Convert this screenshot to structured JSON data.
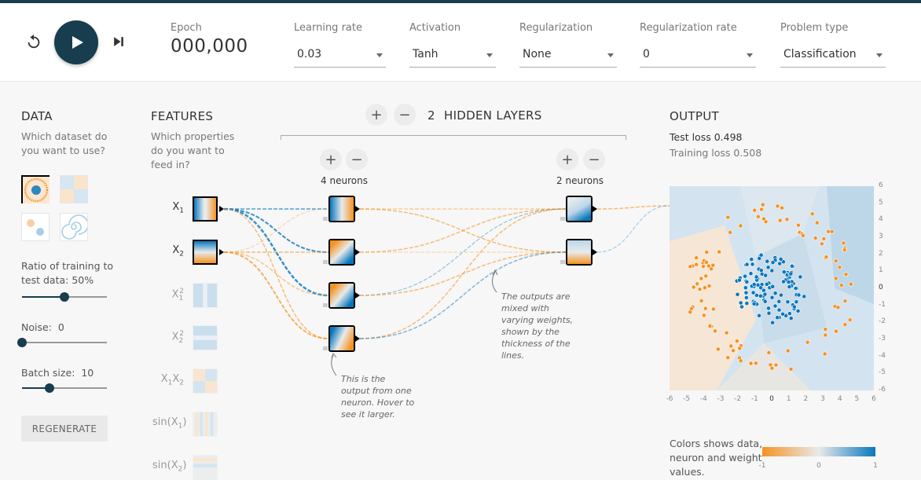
{
  "header": {
    "epoch_label": "Epoch",
    "epoch_value": "000,000",
    "learning_rate": {
      "label": "Learning rate",
      "value": "0.03"
    },
    "activation": {
      "label": "Activation",
      "value": "Tanh"
    },
    "regularization": {
      "label": "Regularization",
      "value": "None"
    },
    "regularization_rate": {
      "label": "Regularization rate",
      "value": "0"
    },
    "problem_type": {
      "label": "Problem type",
      "value": "Classification"
    }
  },
  "data": {
    "title": "DATA",
    "subtitle": "Which dataset do you want to use?",
    "ratio_label": "Ratio of training to test data:",
    "ratio_value": "50%",
    "ratio_fraction": 0.5,
    "noise_label": "Noise:",
    "noise_value": "0",
    "noise_fraction": 0.0,
    "batch_label": "Batch size:",
    "batch_value": "10",
    "batch_fraction": 0.32,
    "regenerate_label": "REGENERATE"
  },
  "features": {
    "title": "FEATURES",
    "subtitle": "Which properties do you want to feed in?",
    "items": [
      {
        "main": "X",
        "sub": "1",
        "sup": "",
        "active": true
      },
      {
        "main": "X",
        "sub": "2",
        "sup": "",
        "active": true
      },
      {
        "main": "X",
        "sub": "1",
        "sup": "2",
        "active": false
      },
      {
        "main": "X",
        "sub": "2",
        "sup": "2",
        "active": false
      },
      {
        "main": "X",
        "sub": "1",
        "sup": "",
        "main2": "X",
        "sub2": "2",
        "active": false
      },
      {
        "main": "sin(X",
        "sub": "1",
        "tail": ")",
        "active": false
      },
      {
        "main": "sin(X",
        "sub": "2",
        "tail": ")",
        "active": false
      }
    ]
  },
  "network": {
    "hidden_layers_count": "2",
    "hidden_layers_label": "HIDDEN LAYERS",
    "layers": [
      {
        "neurons_label": "4 neurons"
      },
      {
        "neurons_label": "2 neurons"
      }
    ],
    "annotation_neuron": "This is the output from one neuron. Hover to see it larger.",
    "annotation_weights": "The outputs are mixed with varying weights, shown by the thickness of the lines."
  },
  "output": {
    "title": "OUTPUT",
    "test_loss": "Test loss 0.498",
    "train_loss": "Training loss 0.508",
    "axis_ticks_x": [
      "-6",
      "-5",
      "-4",
      "-3",
      "-2",
      "-1",
      "0",
      "1",
      "2",
      "3",
      "4",
      "5",
      "6"
    ],
    "axis_ticks_y": [
      "6",
      "5",
      "4",
      "3",
      "2",
      "1",
      "0",
      "-1",
      "-2",
      "-3",
      "-4",
      "-5",
      "-6"
    ],
    "legend_text": "Colors shows data, neuron and weight values.",
    "legend_ticks": [
      "-1",
      "0",
      "1"
    ]
  },
  "colors": {
    "orange": "#f59322",
    "blue": "#0877bd",
    "dark": "#183d4e"
  }
}
